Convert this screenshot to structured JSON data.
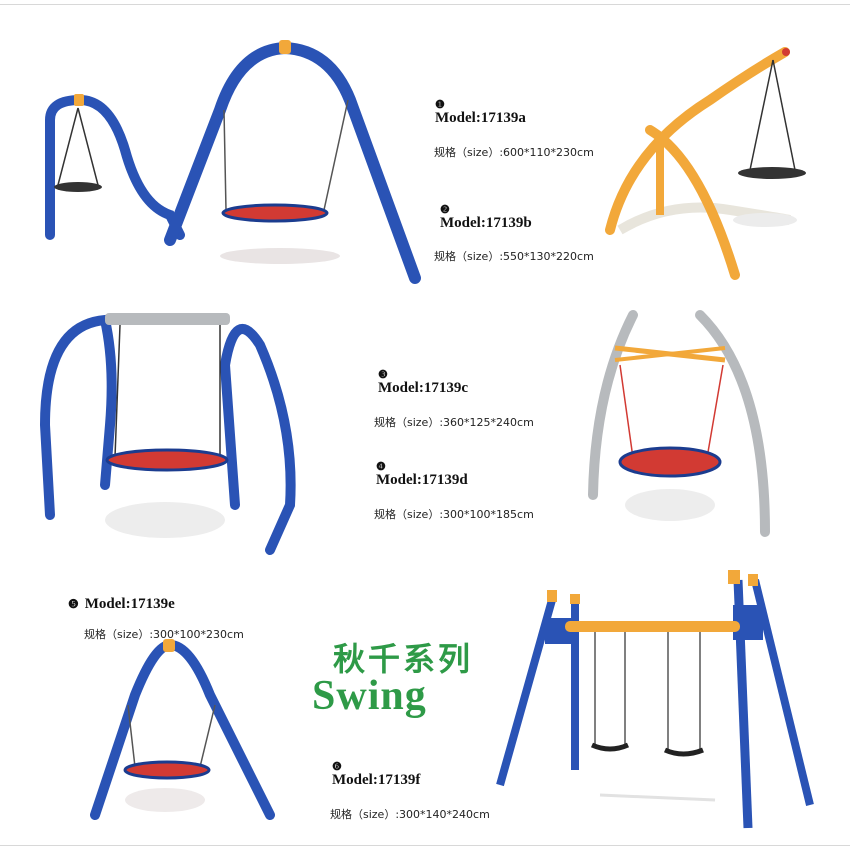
{
  "colors": {
    "blue": "#2a53b5",
    "blue_dark": "#1b3c8f",
    "orange": "#f2a83a",
    "gray_pole": "#b7babd",
    "net_red": "#d23a33",
    "accent_green": "#2e9a47"
  },
  "series_title_cn": "秋千系列",
  "series_title_en": "Swing",
  "products": [
    {
      "bullet": "❶",
      "model": "Model:17139a",
      "size": "规格（size）:600*110*230cm"
    },
    {
      "bullet": "❷",
      "model": "Model:17139b",
      "size": "规格（size）:550*130*220cm"
    },
    {
      "bullet": "❸",
      "model": "Model:17139c",
      "size": "规格（size）:360*125*240cm"
    },
    {
      "bullet": "❹",
      "model": "Model:17139d",
      "size": "规格（size）:300*100*185cm"
    },
    {
      "bullet": "❺",
      "model": "Model:17139e",
      "size": "规格（size）:300*100*230cm"
    },
    {
      "bullet": "❻",
      "model": "Model:17139f",
      "size": "规格（size）:300*140*240cm"
    }
  ]
}
